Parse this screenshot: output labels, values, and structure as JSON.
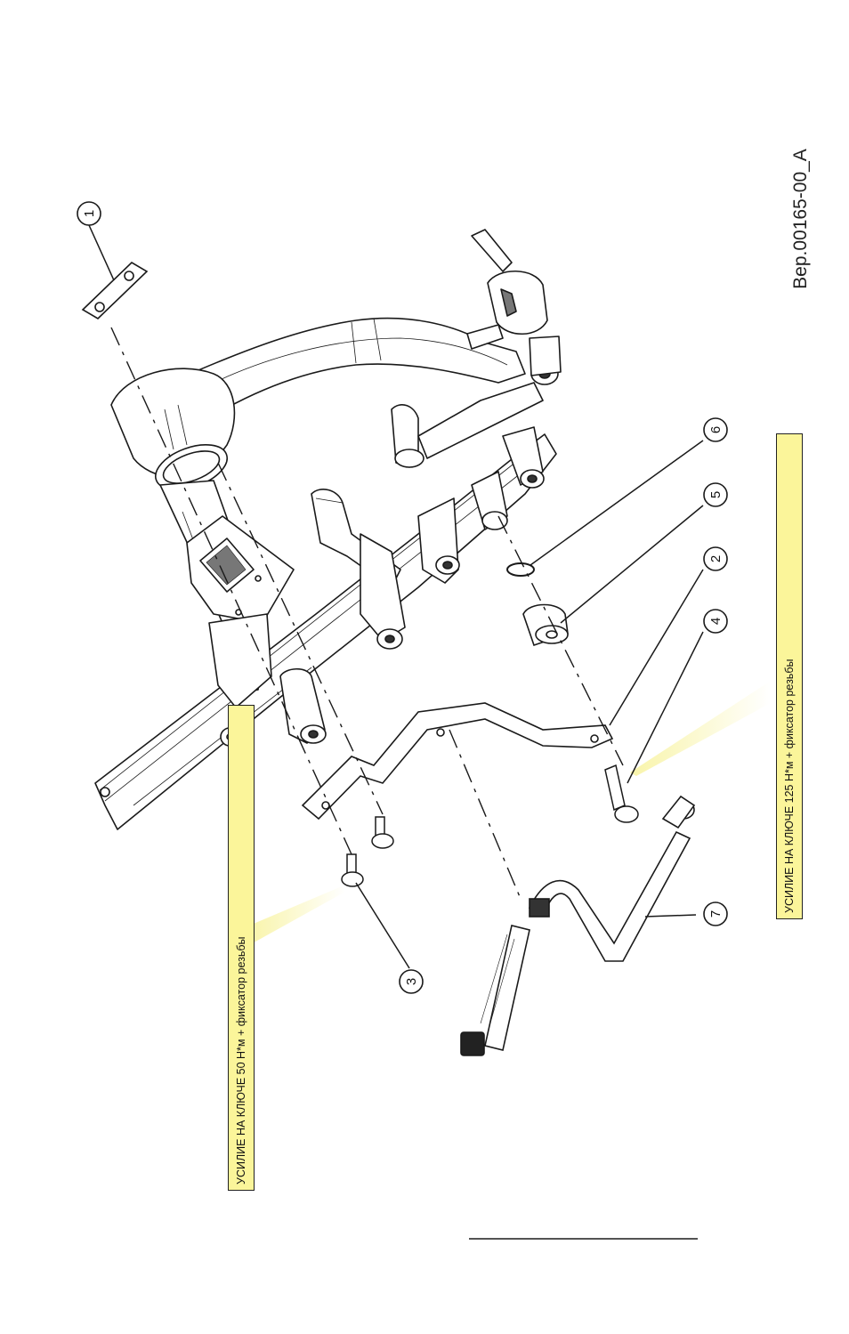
{
  "drawing": {
    "reference_code": "Вер.00165-00_А",
    "notes": {
      "torque_50": "УСИЛИЕ НА КЛЮЧЕ 50 Н*м + фиксатор резьбы",
      "torque_125": "УСИЛИЕ НА КЛЮЧЕ 125 Н*м + фиксатор резьбы"
    },
    "callouts": [
      "1",
      "2",
      "3",
      "4",
      "5",
      "6",
      "7"
    ]
  },
  "colors": {
    "line": "#1a1a1a",
    "note_fill": "#fbf59a",
    "leader_glow": "#f3ee9a"
  }
}
